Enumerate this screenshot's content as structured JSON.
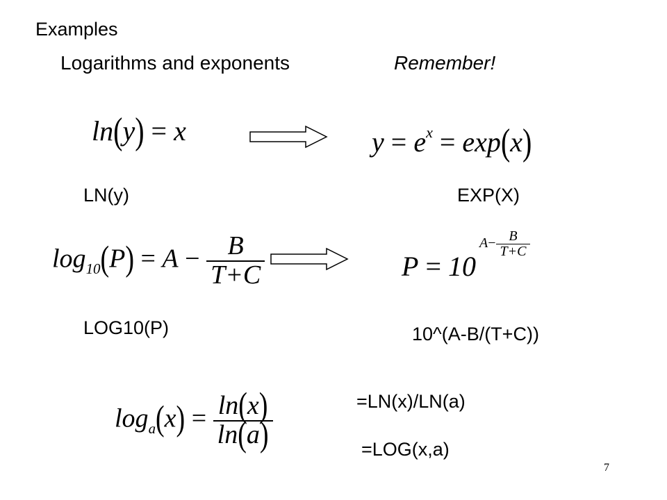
{
  "header": {
    "examples": "Examples",
    "subtitle": "Logarithms and exponents",
    "remember": "Remember!"
  },
  "row1": {
    "lhs_fn": "ln",
    "lhs_arg": "y",
    "lhs_rhs": "x",
    "rhs_lhs": "y",
    "rhs_base": "e",
    "rhs_exp": "x",
    "rhs_fn": "exp",
    "rhs_arg": "x",
    "label_left": "LN(y)",
    "label_right": "EXP(X)"
  },
  "row2": {
    "lhs_fn": "log",
    "lhs_sub": "10",
    "lhs_arg": "P",
    "A": "A",
    "B": "B",
    "den": "T+C",
    "rhs_lhs": "P",
    "rhs_base": "10",
    "exp_A": "A",
    "exp_B": "B",
    "exp_den": "T+C",
    "label_left": "LOG10(P)",
    "label_right": "10^(A-B/(T+C))"
  },
  "row3": {
    "lhs_fn": "log",
    "lhs_sub": "a",
    "lhs_arg": "x",
    "num_fn": "ln",
    "num_arg": "x",
    "den_fn": "ln",
    "den_arg": "a",
    "formula1": "=LN(x)/LN(a)",
    "formula2": "=LOG(x,a)"
  },
  "page_number": "7"
}
